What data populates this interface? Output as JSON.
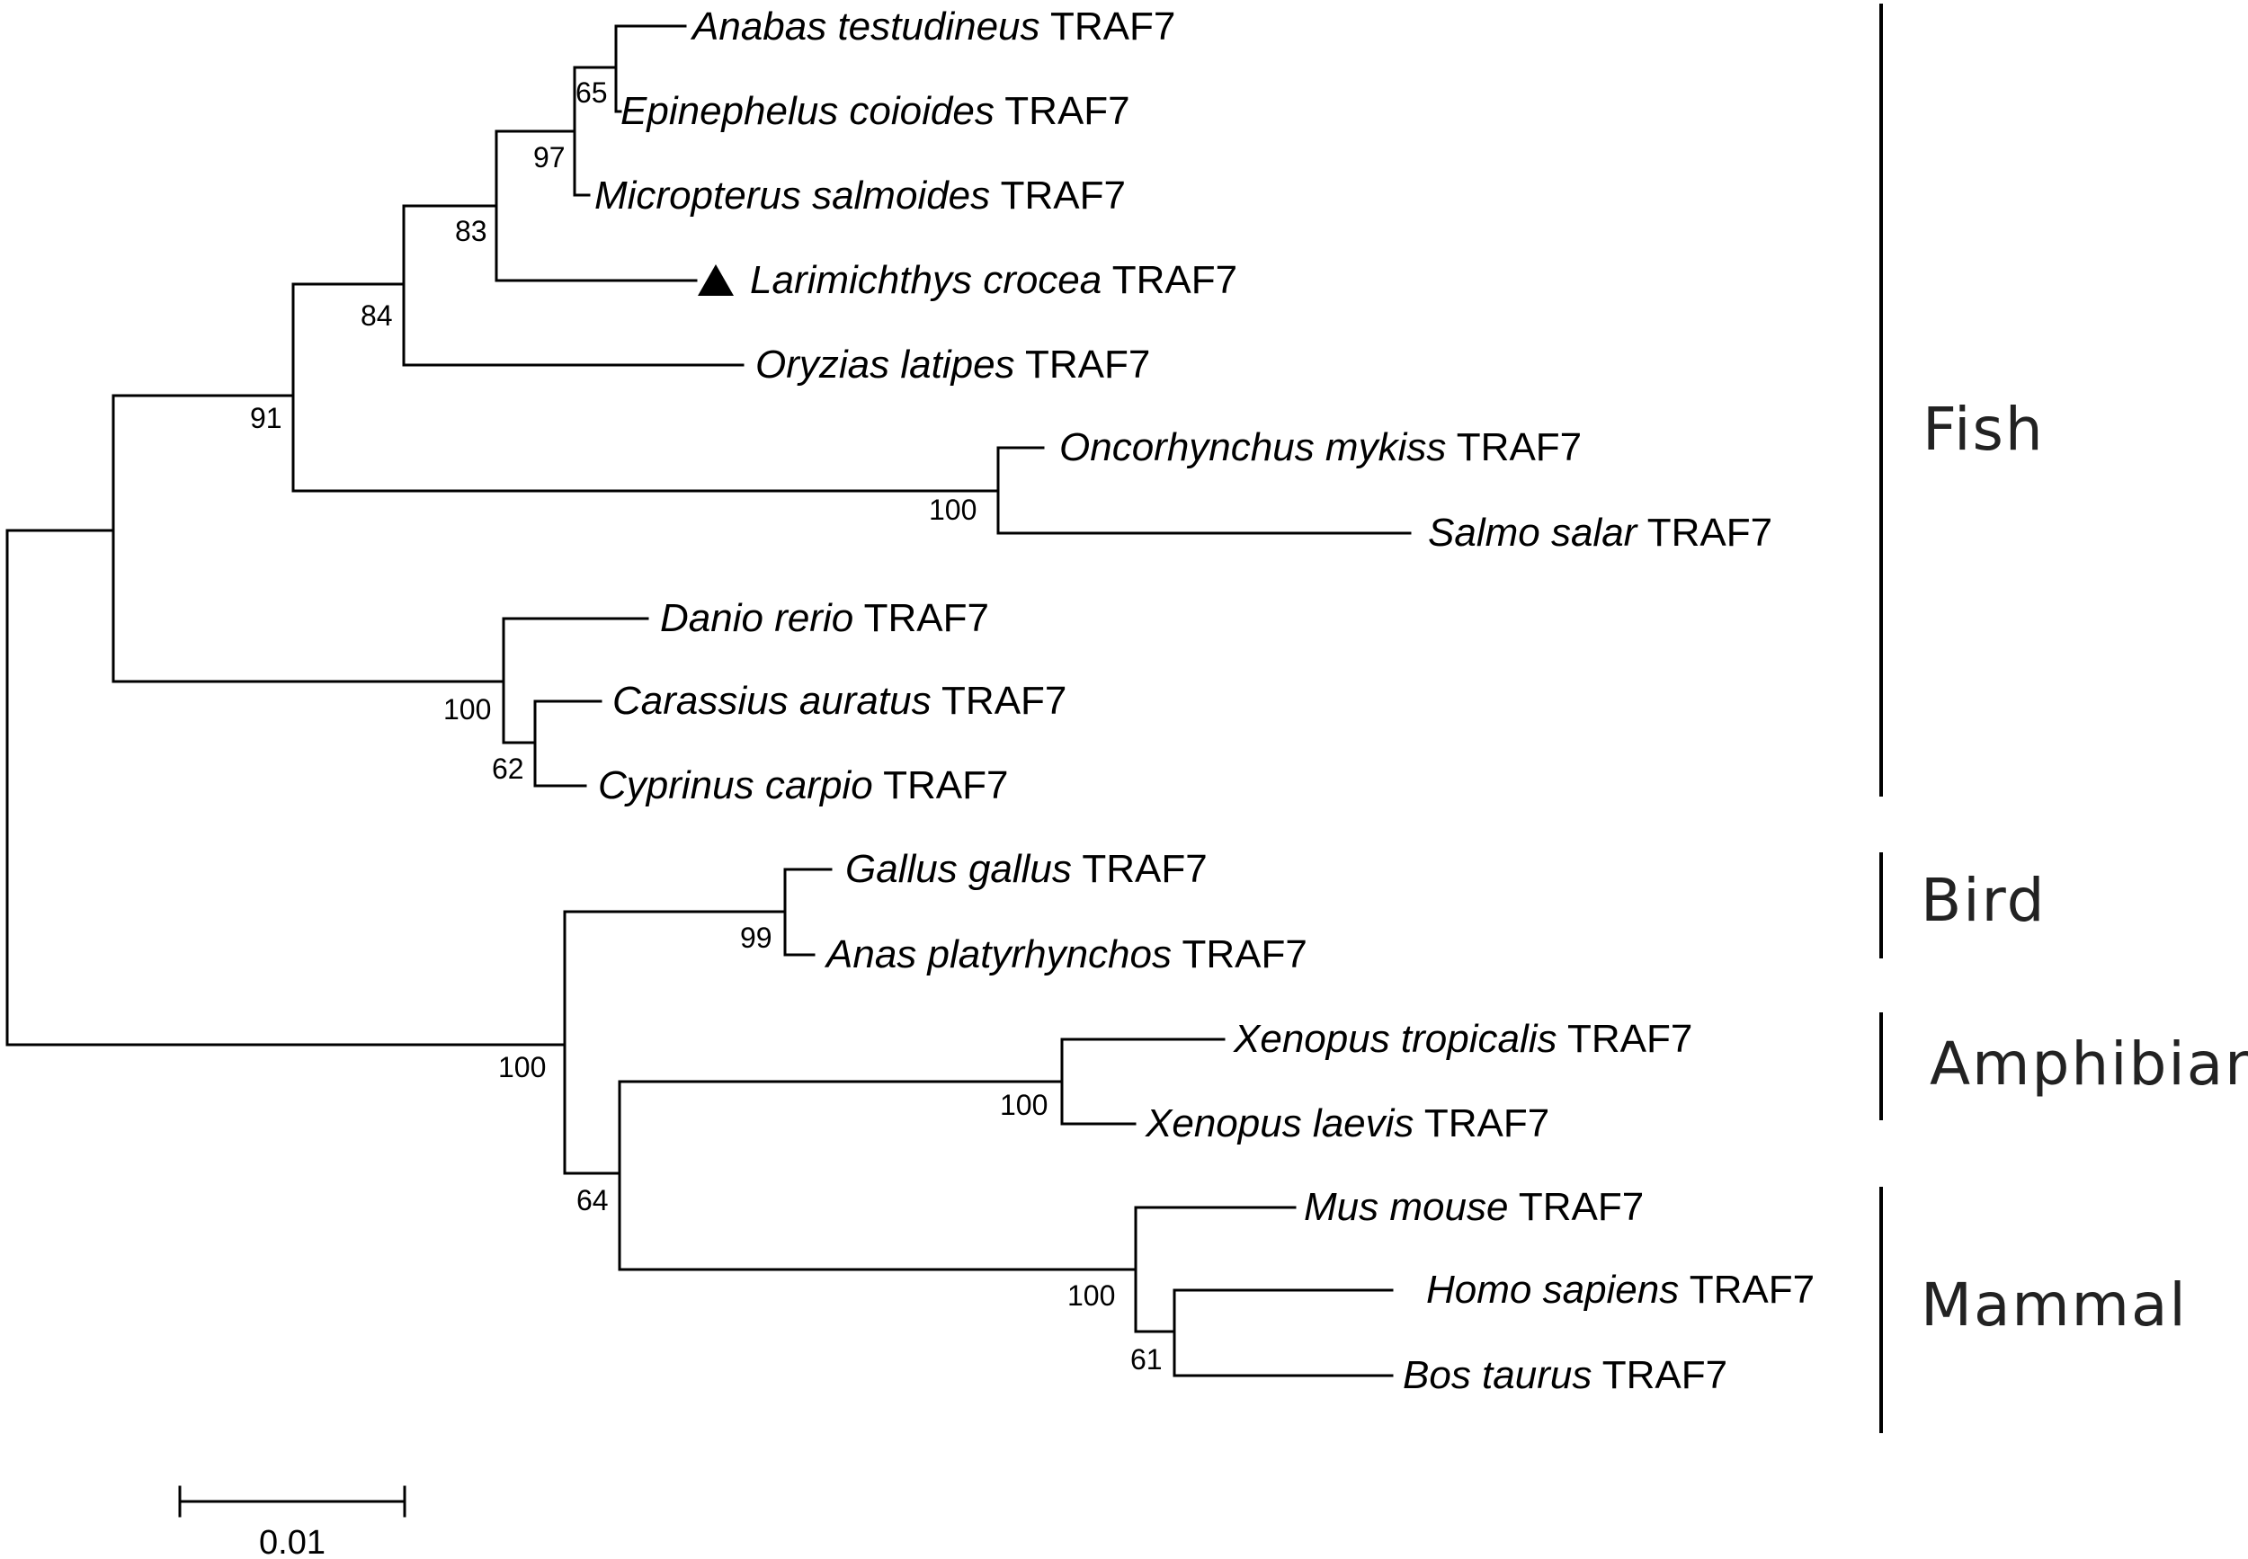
{
  "tree": {
    "gene_suffix": "TRAF7",
    "taxa": [
      {
        "id": "anabas",
        "species": "Anabas testudineus"
      },
      {
        "id": "epinephelus",
        "species": "Epinephelus coioides"
      },
      {
        "id": "micropterus",
        "species": "Micropterus salmoides"
      },
      {
        "id": "larimichthys",
        "species": "Larimichthys crocea",
        "marker": "triangle"
      },
      {
        "id": "oryzias",
        "species": "Oryzias latipes"
      },
      {
        "id": "oncorhynchus",
        "species": "Oncorhynchus mykiss"
      },
      {
        "id": "salmo",
        "species": "Salmo salar"
      },
      {
        "id": "danio",
        "species": "Danio rerio"
      },
      {
        "id": "carassius",
        "species": "Carassius auratus"
      },
      {
        "id": "cyprinus",
        "species": "Cyprinus carpio"
      },
      {
        "id": "gallus",
        "species": "Gallus gallus"
      },
      {
        "id": "anas",
        "species": "Anas platyrhynchos"
      },
      {
        "id": "xtropicalis",
        "species": "Xenopus tropicalis"
      },
      {
        "id": "xlaevis",
        "species": "Xenopus laevis"
      },
      {
        "id": "mus",
        "species": "Mus mouse"
      },
      {
        "id": "homo",
        "species": "Homo sapiens"
      },
      {
        "id": "bos",
        "species": "Bos taurus"
      }
    ],
    "bootstrap": [
      {
        "node": "anabas-epinephelus",
        "value": "65"
      },
      {
        "node": "perciform-core",
        "value": "97"
      },
      {
        "node": "with-larimichthys",
        "value": "83"
      },
      {
        "node": "with-oryzias",
        "value": "84"
      },
      {
        "node": "salmonids",
        "value": "100"
      },
      {
        "node": "neoteleostei",
        "value": "91"
      },
      {
        "node": "cyprinids",
        "value": "100"
      },
      {
        "node": "carassius-cyprinus",
        "value": "62"
      },
      {
        "node": "birds",
        "value": "99"
      },
      {
        "node": "tetrapods",
        "value": "100"
      },
      {
        "node": "xenopus",
        "value": "100"
      },
      {
        "node": "amphibian-mammal",
        "value": "64"
      },
      {
        "node": "mammals",
        "value": "100"
      },
      {
        "node": "homo-bos",
        "value": "61"
      }
    ],
    "groups": [
      {
        "id": "fish",
        "label": "Fish"
      },
      {
        "id": "bird",
        "label": "Bird"
      },
      {
        "id": "amphibian",
        "label": "Amphibian"
      },
      {
        "id": "mammal",
        "label": "Mammal"
      }
    ],
    "scale_bar": {
      "label": "0.01",
      "length": 0.01
    }
  }
}
